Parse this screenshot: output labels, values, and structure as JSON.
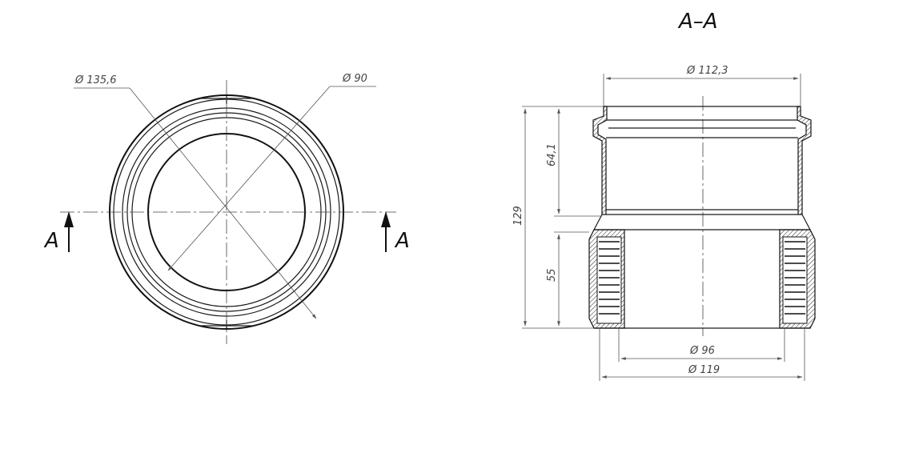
{
  "section": {
    "title": "A–A",
    "left_mark": "A",
    "right_mark": "A"
  },
  "dimensions": {
    "outer_diameter": "Ø 135,6",
    "inner_diameter": "Ø 90",
    "top_diameter": "Ø 112,3",
    "total_height": "129",
    "upper_height": "64,1",
    "lower_height": "55",
    "bottom_inner_diameter": "Ø 96",
    "bottom_outer_diameter": "Ø 119"
  }
}
